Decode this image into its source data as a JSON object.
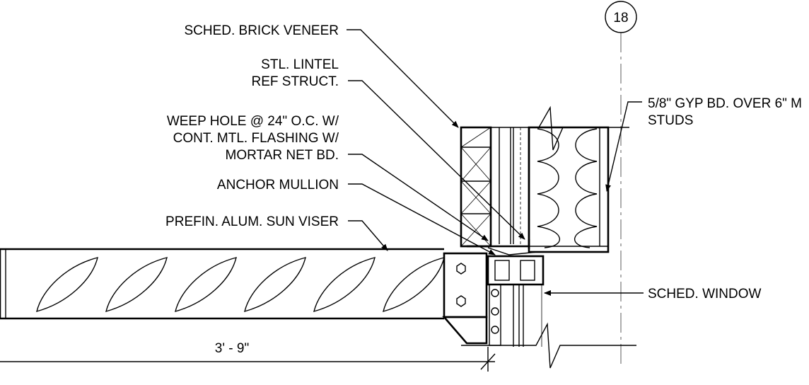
{
  "labels": {
    "brick_veneer": "SCHED. BRICK VENEER",
    "lintel_1": "STL. LINTEL",
    "lintel_2": "REF STRUCT.",
    "weep_1": "WEEP HOLE @ 24\" O.C. W/",
    "weep_2": "CONT. MTL. FLASHING W/",
    "weep_3": "MORTAR NET BD.",
    "anchor_mullion": "ANCHOR MULLION",
    "sun_viser": "PREFIN. ALUM. SUN VISER",
    "gyp_1": "5/8\" GYP BD. OVER 6\" M",
    "gyp_2": "STUDS",
    "window": "SCHED. WINDOW",
    "dimension": "3' - 9\"",
    "grid_bubble": "18"
  }
}
